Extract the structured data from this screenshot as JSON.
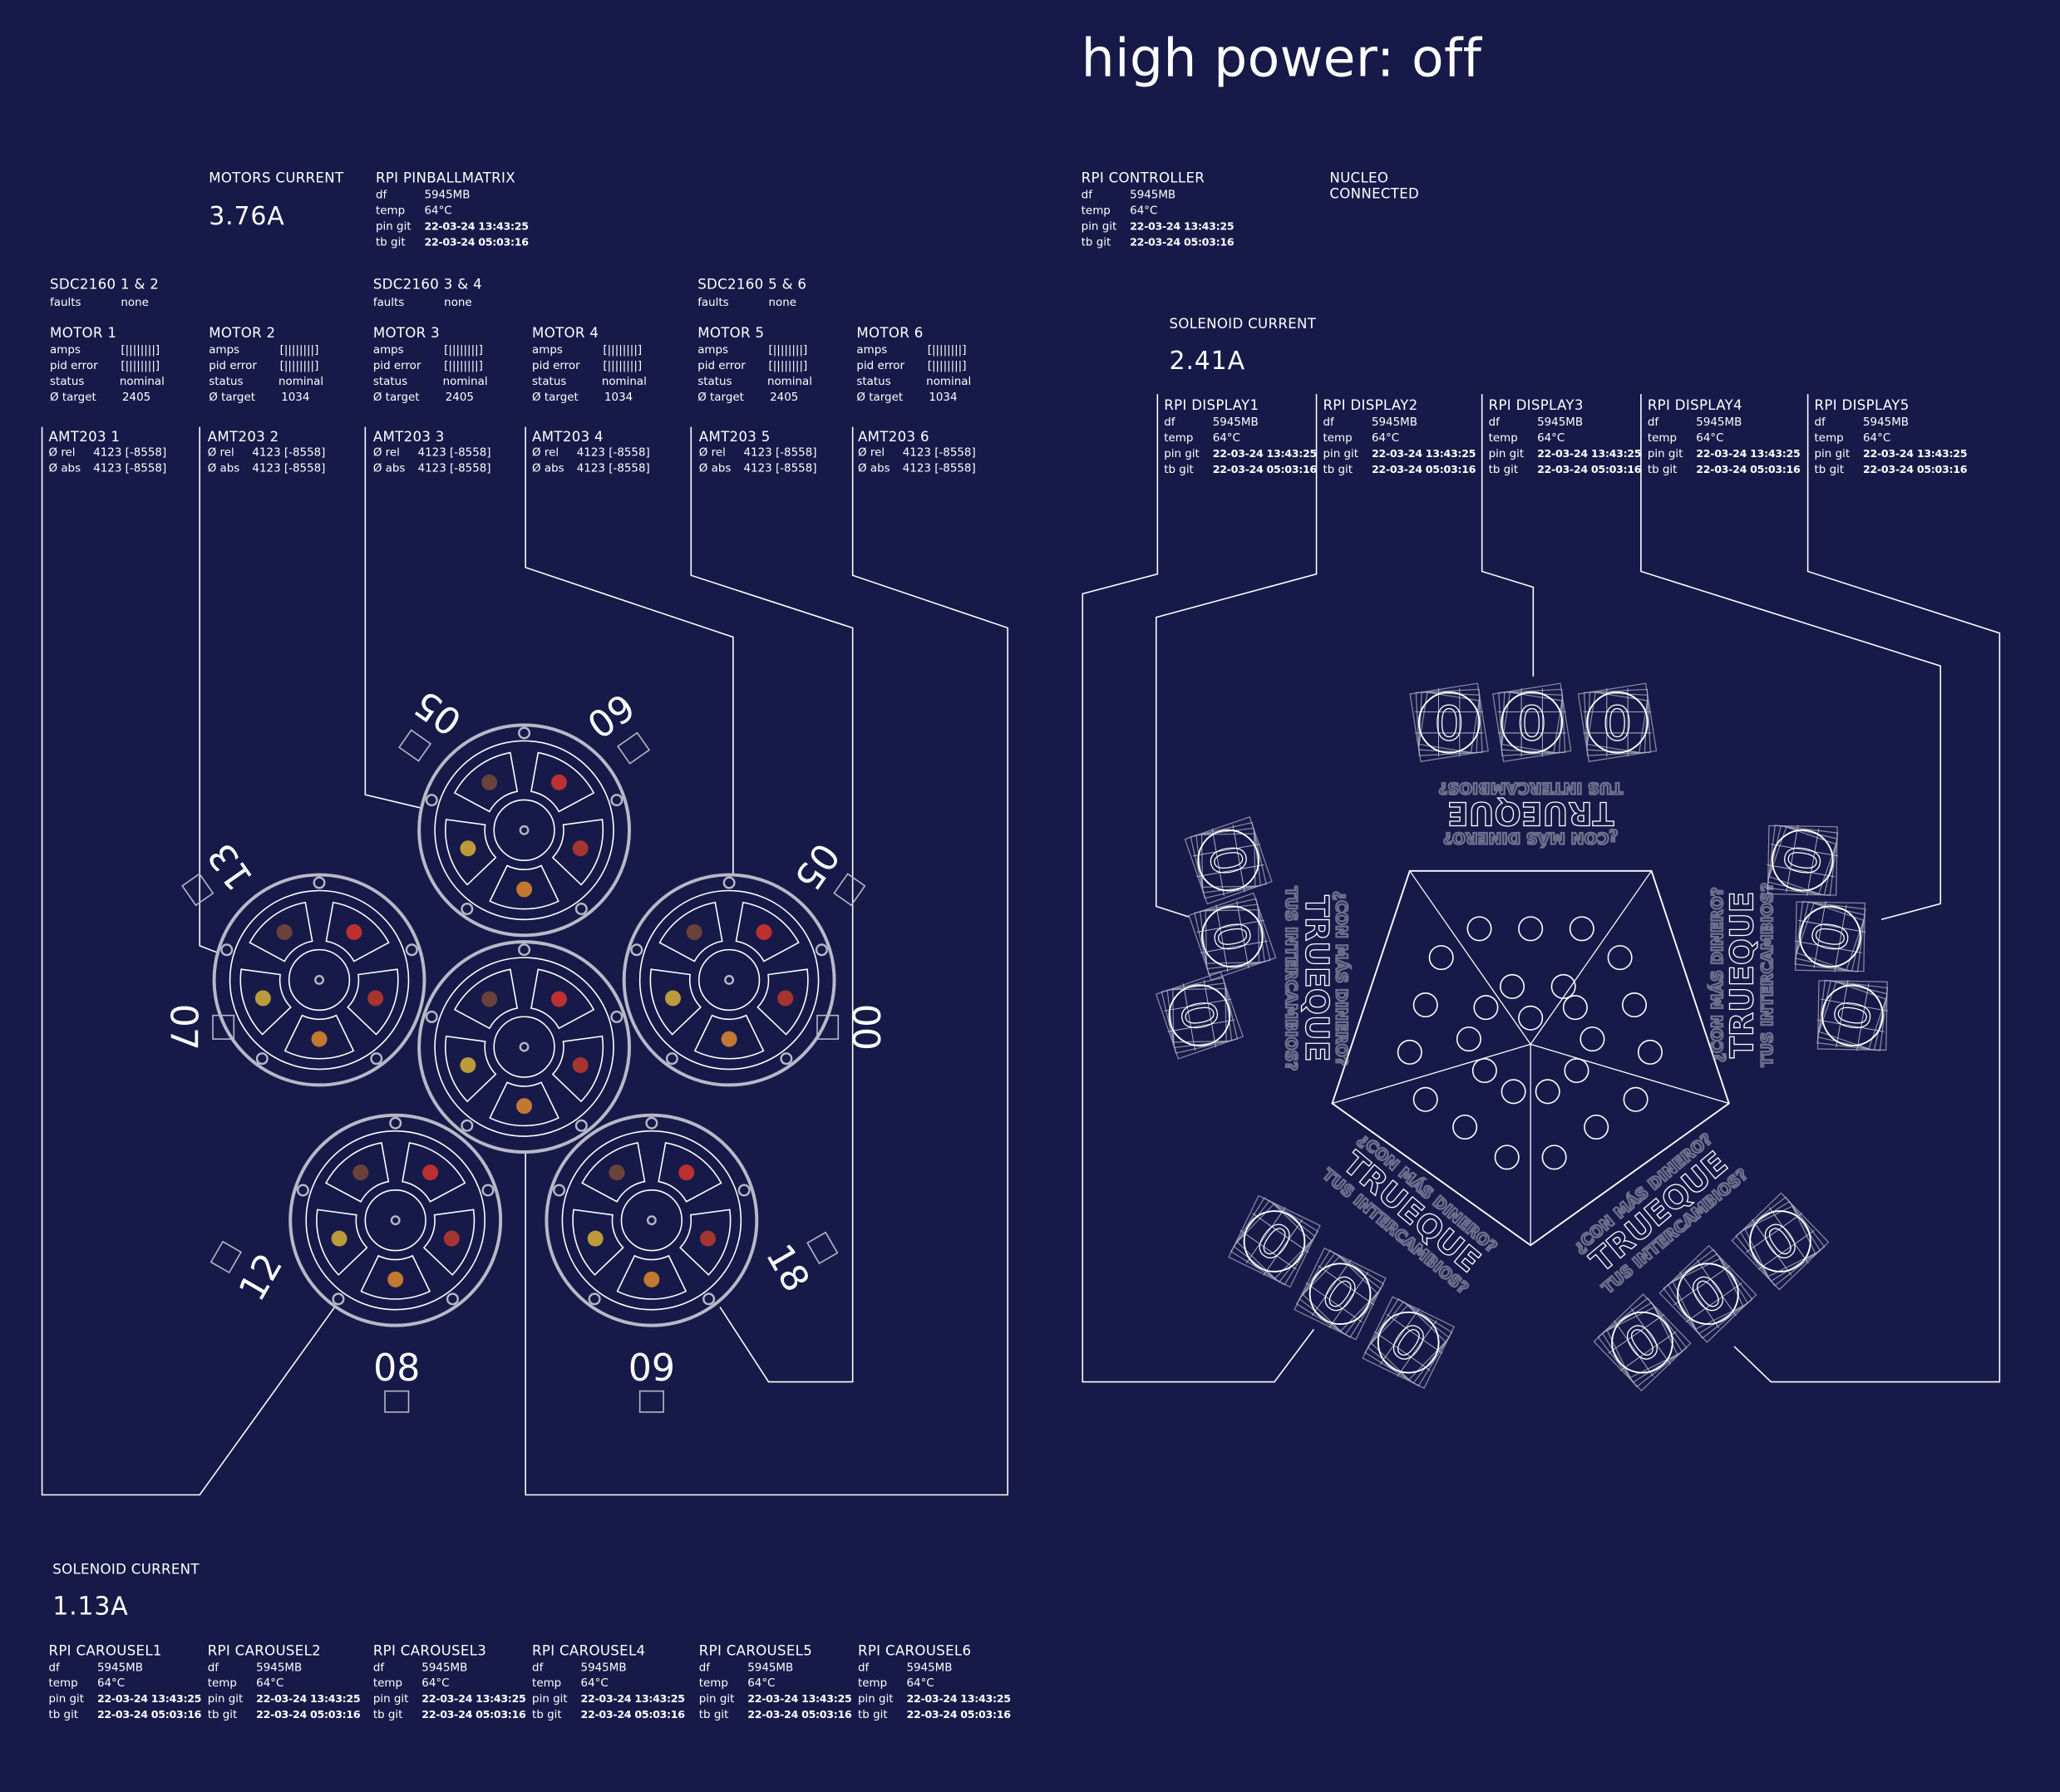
{
  "header": {
    "title": "high power: off"
  },
  "motors_current": {
    "label": "MOTORS CURRENT",
    "value": "3.76A"
  },
  "pinballmatrix": {
    "name": "RPI PINBALLMATRIX",
    "df": "5945MB",
    "temp": "64°C",
    "pin_git": "22-03-24 13:43:25",
    "tb_git": "22-03-24 05:03:16"
  },
  "controller": {
    "name": "RPI CONTROLLER",
    "df": "5945MB",
    "temp": "64°C",
    "pin_git": "22-03-24 13:43:25",
    "tb_git": "22-03-24 05:03:16"
  },
  "nucleo": {
    "name": "NUCLEO",
    "status": "CONNECTED"
  },
  "labels": {
    "df": "df",
    "temp": "temp",
    "pin_git": "pin git",
    "tb_git": "tb git",
    "faults": "faults",
    "amps": "amps",
    "pid_error": "pid error",
    "status": "status",
    "target": "Ø target",
    "rel": "Ø rel",
    "abs": "Ø abs"
  },
  "drivers": [
    {
      "name": "SDC2160  1 & 2",
      "faults": "none"
    },
    {
      "name": "SDC2160  3 & 4",
      "faults": "none"
    },
    {
      "name": "SDC2160  5 & 6",
      "faults": "none"
    }
  ],
  "motors": [
    {
      "name": "MOTOR 1",
      "amps": "[||||||||]",
      "pid_error": "[||||||||]",
      "status": "nominal",
      "target": "2405"
    },
    {
      "name": "MOTOR 2",
      "amps": "[||||||||]",
      "pid_error": "[||||||||]",
      "status": "nominal",
      "target": "1034"
    },
    {
      "name": "MOTOR 3",
      "amps": "[||||||||]",
      "pid_error": "[||||||||]",
      "status": "nominal",
      "target": "2405"
    },
    {
      "name": "MOTOR 4",
      "amps": "[||||||||]",
      "pid_error": "[||||||||]",
      "status": "nominal",
      "target": "1034"
    },
    {
      "name": "MOTOR 5",
      "amps": "[||||||||]",
      "pid_error": "[||||||||]",
      "status": "nominal",
      "target": "2405"
    },
    {
      "name": "MOTOR 6",
      "amps": "[||||||||]",
      "pid_error": "[||||||||]",
      "status": "nominal",
      "target": "1034"
    }
  ],
  "encoders": [
    {
      "name": "AMT203  1",
      "rel": "4123 [-8558]",
      "abs": "4123 [-8558]"
    },
    {
      "name": "AMT203  2",
      "rel": "4123 [-8558]",
      "abs": "4123 [-8558]"
    },
    {
      "name": "AMT203  3",
      "rel": "4123 [-8558]",
      "abs": "4123 [-8558]"
    },
    {
      "name": "AMT203  4",
      "rel": "4123 [-8558]",
      "abs": "4123 [-8558]"
    },
    {
      "name": "AMT203  5",
      "rel": "4123 [-8558]",
      "abs": "4123 [-8558]"
    },
    {
      "name": "AMT203  6",
      "rel": "4123 [-8558]",
      "abs": "4123 [-8558]"
    }
  ],
  "solenoid_right": {
    "label": "SOLENOID CURRENT",
    "value": "2.41A"
  },
  "displays": [
    {
      "name": "RPI  DISPLAY1",
      "df": "5945MB",
      "temp": "64°C",
      "pin_git": "22-03-24 13:43:25",
      "tb_git": "22-03-24 05:03:16"
    },
    {
      "name": "RPI  DISPLAY2",
      "df": "5945MB",
      "temp": "64°C",
      "pin_git": "22-03-24 13:43:25",
      "tb_git": "22-03-24 05:03:16"
    },
    {
      "name": "RPI  DISPLAY3",
      "df": "5945MB",
      "temp": "64°C",
      "pin_git": "22-03-24 13:43:25",
      "tb_git": "22-03-24 05:03:16"
    },
    {
      "name": "RPI  DISPLAY4",
      "df": "5945MB",
      "temp": "64°C",
      "pin_git": "22-03-24 13:43:25",
      "tb_git": "22-03-24 05:03:16"
    },
    {
      "name": "RPI  DISPLAY5",
      "df": "5945MB",
      "temp": "64°C",
      "pin_git": "22-03-24 13:43:25",
      "tb_git": "22-03-24 05:03:16"
    }
  ],
  "solenoid_left": {
    "label": "SOLENOID CURRENT",
    "value": "1.13A"
  },
  "carousels": [
    {
      "name": "RPI CAROUSEL1",
      "df": "5945MB",
      "temp": "64°C",
      "pin_git": "22-03-24 13:43:25",
      "tb_git": "22-03-24 05:03:16"
    },
    {
      "name": "RPI CAROUSEL2",
      "df": "5945MB",
      "temp": "64°C",
      "pin_git": "22-03-24 13:43:25",
      "tb_git": "22-03-24 05:03:16"
    },
    {
      "name": "RPI CAROUSEL3",
      "df": "5945MB",
      "temp": "64°C",
      "pin_git": "22-03-24 13:43:25",
      "tb_git": "22-03-24 05:03:16"
    },
    {
      "name": "RPI CAROUSEL4",
      "df": "5945MB",
      "temp": "64°C",
      "pin_git": "22-03-24 13:43:25",
      "tb_git": "22-03-24 05:03:16"
    },
    {
      "name": "RPI CAROUSEL5",
      "df": "5945MB",
      "temp": "64°C",
      "pin_git": "22-03-24 13:43:25",
      "tb_git": "22-03-24 05:03:16"
    },
    {
      "name": "RPI CAROUSEL6",
      "df": "5945MB",
      "temp": "64°C",
      "pin_git": "22-03-24 13:43:25",
      "tb_git": "22-03-24 05:03:16"
    }
  ],
  "station_numbers": [
    "05",
    "60",
    "13",
    "05",
    "07",
    "00",
    "12",
    "18",
    "08",
    "09"
  ],
  "display_digit": "0",
  "logo": {
    "word": "TRUEQUE",
    "tagline1": "¿CON MÁS DINERO?",
    "tagline2": "TUS INTERCAMBIOS?"
  },
  "colors": {
    "background": "#171a48",
    "foreground": "#ffffff",
    "dim": "#b8b8c8"
  }
}
